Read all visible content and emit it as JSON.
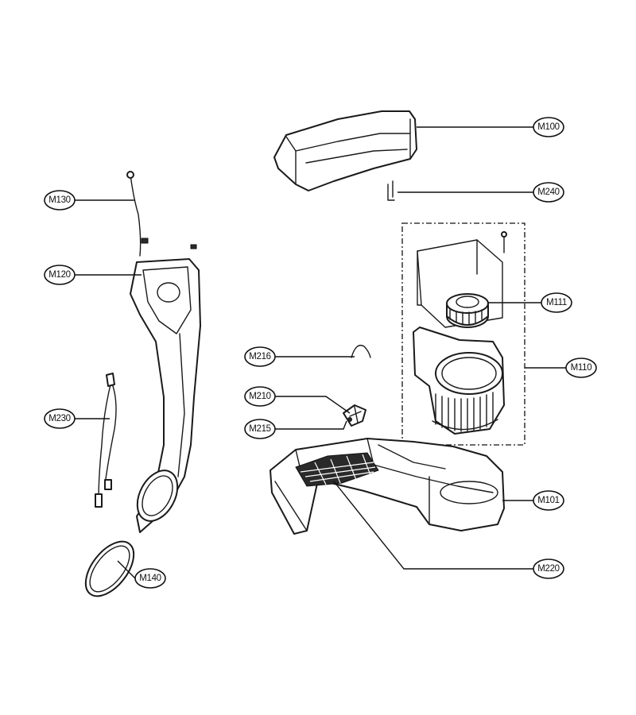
{
  "labels": {
    "m100": "M100",
    "m240": "M240",
    "m111": "M111",
    "m110": "M110",
    "m130": "M130",
    "m120": "M120",
    "m216": "M216",
    "m210": "M210",
    "m215": "M215",
    "m230": "M230",
    "m101": "M101",
    "m220": "M220",
    "m140": "M140"
  }
}
